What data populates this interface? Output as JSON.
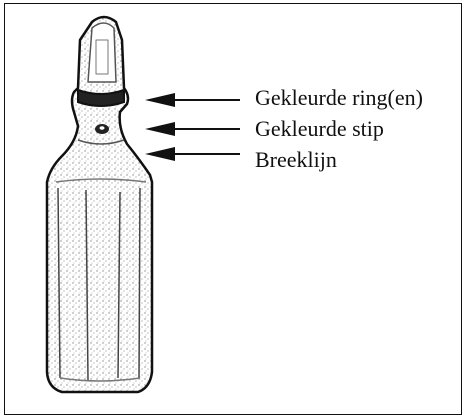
{
  "diagram": {
    "subject_icon": "ampoule-illustration",
    "labels": [
      {
        "text": "Gekleurde ring(en)"
      },
      {
        "text": "Gekleurde stip"
      },
      {
        "text": "Breeklijn"
      }
    ]
  }
}
